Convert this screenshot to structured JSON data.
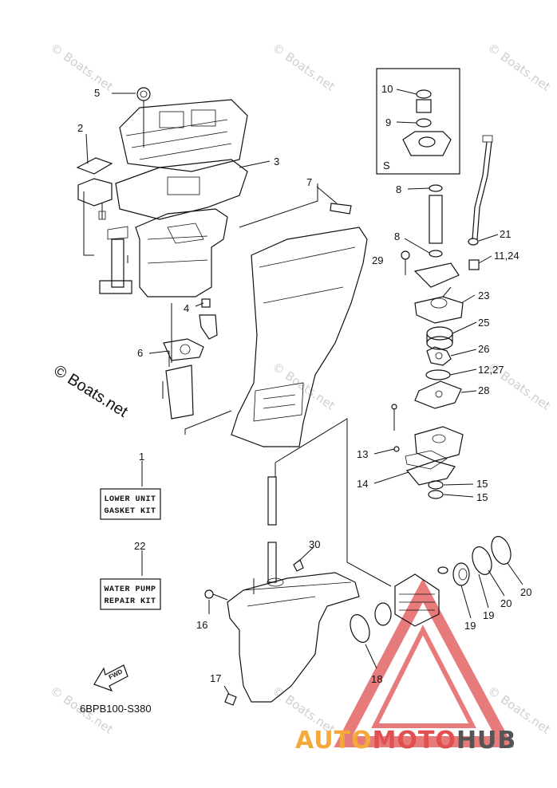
{
  "watermark": "© Boats.net",
  "copyright": "© Boats.net",
  "diagram_code": "6BPB100-S380",
  "fwd_label": "FWD",
  "inset_label": "S",
  "kit_lower_unit": {
    "number": "1",
    "line1": "LOWER UNIT",
    "line2": "GASKET KIT"
  },
  "kit_water_pump": {
    "number": "22",
    "line1": "WATER PUMP",
    "line2": "REPAIR KIT"
  },
  "callouts": {
    "c5": "5",
    "c2": "2",
    "c3": "3",
    "c4": "4",
    "c6": "6",
    "c7": "7",
    "c10": "10",
    "c9": "9",
    "c8a": "8",
    "c8b": "8",
    "c21": "21",
    "c29": "29",
    "c1124": "11,24",
    "c23": "23",
    "c25": "25",
    "c26": "26",
    "c1227": "12,27",
    "c28": "28",
    "c13": "13",
    "c14": "14",
    "c15a": "15",
    "c15b": "15",
    "c30": "30",
    "c16": "16",
    "c17": "17",
    "c18": "18",
    "c19a": "19",
    "c19b": "19",
    "c20a": "20",
    "c20b": "20"
  },
  "logo": {
    "part1": "AUTO",
    "part2": "MOTO",
    "part3": "HUB"
  },
  "colors": {
    "logo_orange": "#f3a93b",
    "logo_red": "#e05050",
    "logo_gray": "#555555",
    "line": "#111111"
  }
}
